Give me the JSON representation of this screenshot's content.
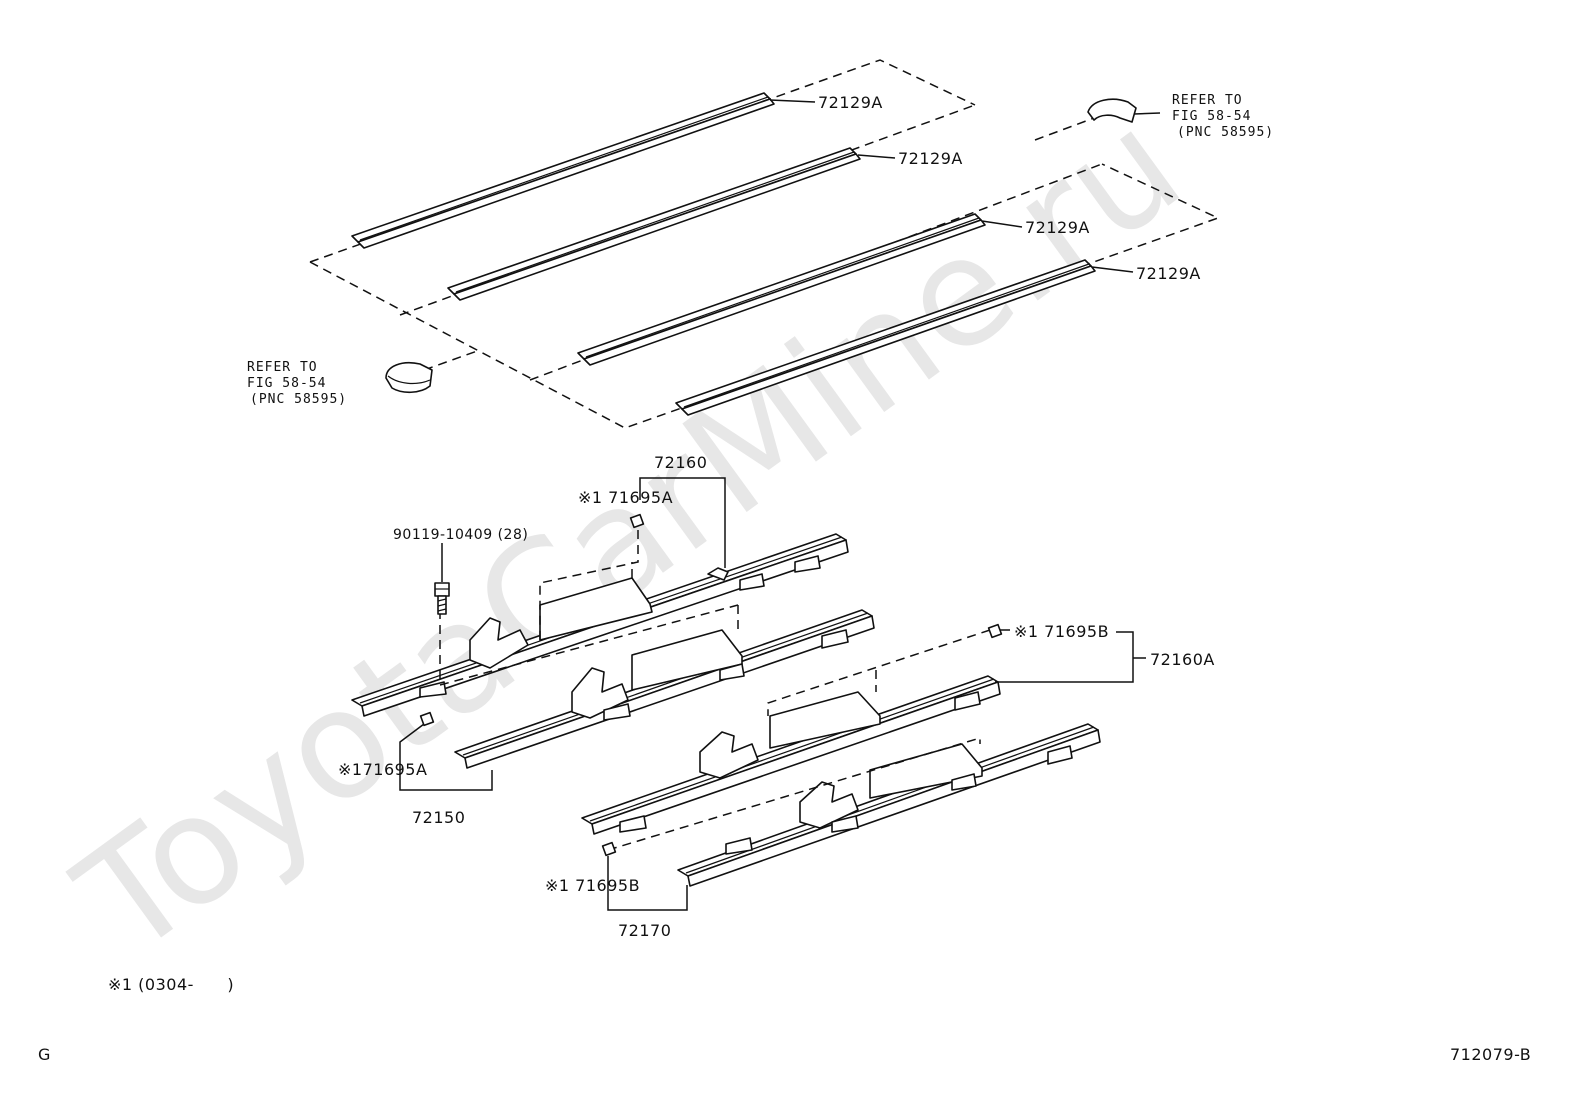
{
  "watermark": "ToyotaCarMine.ru",
  "rails": {
    "r1": "72129A",
    "r2": "72129A",
    "r3": "72129A",
    "r4": "72129A"
  },
  "refer_right": {
    "l1": "REFER TO",
    "l2": "FIG 58-54",
    "l3": "(PNC 58595)"
  },
  "refer_left": {
    "l1": "REFER TO",
    "l2": "FIG 58-54",
    "l3": "(PNC 58595)"
  },
  "labels": {
    "a72160": "72160",
    "s71695a_top": "※1 71695A",
    "bolt": "90119-10409 (28)",
    "s71695b_right": "※1 71695B",
    "a72160a": "72160A",
    "s71695a_left": "※171695A",
    "a72150": "72150",
    "s71695b_bottom": "※1 71695B",
    "a72170": "72170"
  },
  "footnote": "※1 (0304-      )",
  "corner_left": "G",
  "corner_right": "712079-B"
}
